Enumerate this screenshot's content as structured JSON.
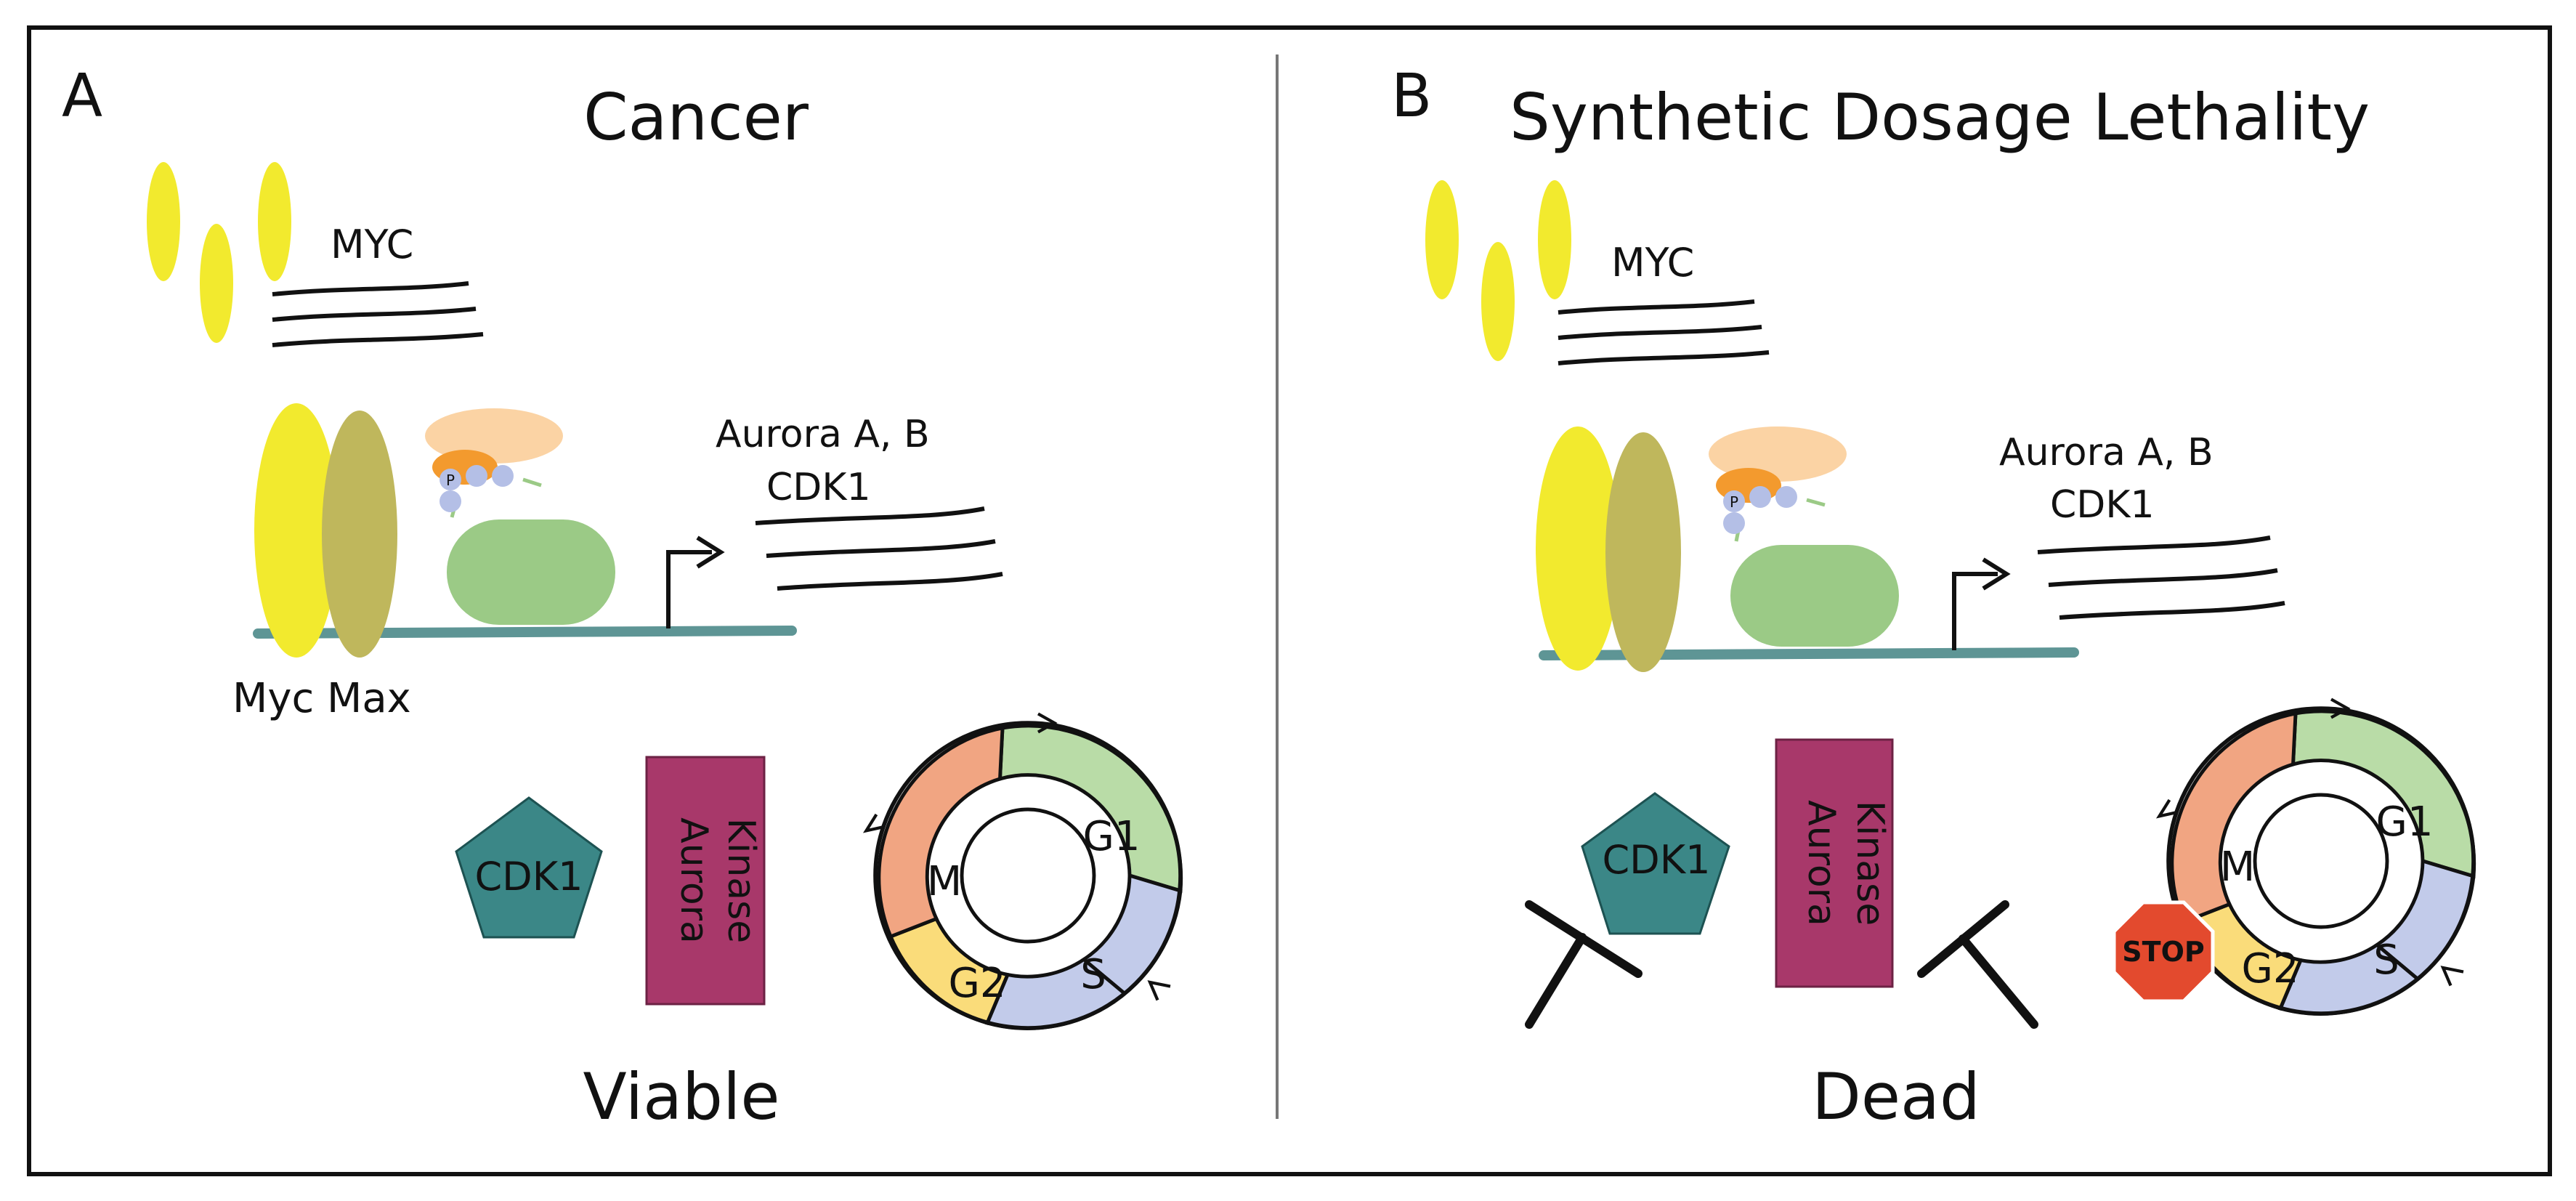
{
  "panels": {
    "a": {
      "letter": "A",
      "title": "Cancer",
      "myc_label": "MYC",
      "target_genes_line1": "Aurora A, B",
      "target_genes_line2": "CDK1",
      "myc_max_label": "Myc Max",
      "cdk1_label": "CDK1",
      "aurora_line1": "Aurora",
      "aurora_line2": "Kinase",
      "phospho_label": "P",
      "cycle": {
        "g1": "G1",
        "s": "S",
        "g2": "G2",
        "m": "M"
      },
      "outcome": "Viable"
    },
    "b": {
      "letter": "B",
      "title": "Synthetic Dosage Lethality",
      "myc_label": "MYC",
      "target_genes_line1": "Aurora A, B",
      "target_genes_line2": "CDK1",
      "cdk1_label": "CDK1",
      "aurora_line1": "Aurora",
      "aurora_line2": "Kinase",
      "phospho_label": "P",
      "cycle": {
        "g1": "G1",
        "s": "S",
        "g2": "G2",
        "m": "M"
      },
      "stop_label": "STOP",
      "outcome": "Dead"
    }
  },
  "colors": {
    "myc_yellow": "#f2ea2e",
    "max_olive": "#bfb75c",
    "peach": "#fbd3a4",
    "orange": "#f39a2e",
    "phospho": "#b4bfe6",
    "pol_green": "#9bca86",
    "dna_teal": "#5e9595",
    "cdk1_teal": "#3b8787",
    "aurora_magenta": "#a8386a",
    "g1_green": "#b9dca7",
    "s_blue": "#c2cbea",
    "g2_yellow": "#fadc7a",
    "m_salmon": "#f1a582",
    "stop_red": "#e34a2e"
  }
}
